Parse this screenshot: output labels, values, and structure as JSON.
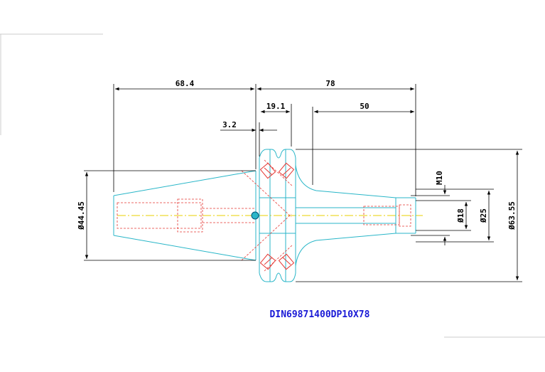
{
  "drawing": {
    "part_code": "DIN69871400DP10X78",
    "colors": {
      "outline": "#29b6c8",
      "hidden": "#e53935",
      "dimension": "#000000",
      "title": "#1a1ad6",
      "centerline": "#e8d200"
    }
  },
  "dimensions": {
    "taper_length": "68.4",
    "total_length": "78",
    "flange_width": "19.1",
    "nose_length": "50",
    "gap": "3.2",
    "taper_diameter": "Ø44.45",
    "flange_diameter": "Ø63.55",
    "nose_diameter": "Ø25",
    "bore_diameter": "Ø18",
    "thread": "M10"
  }
}
